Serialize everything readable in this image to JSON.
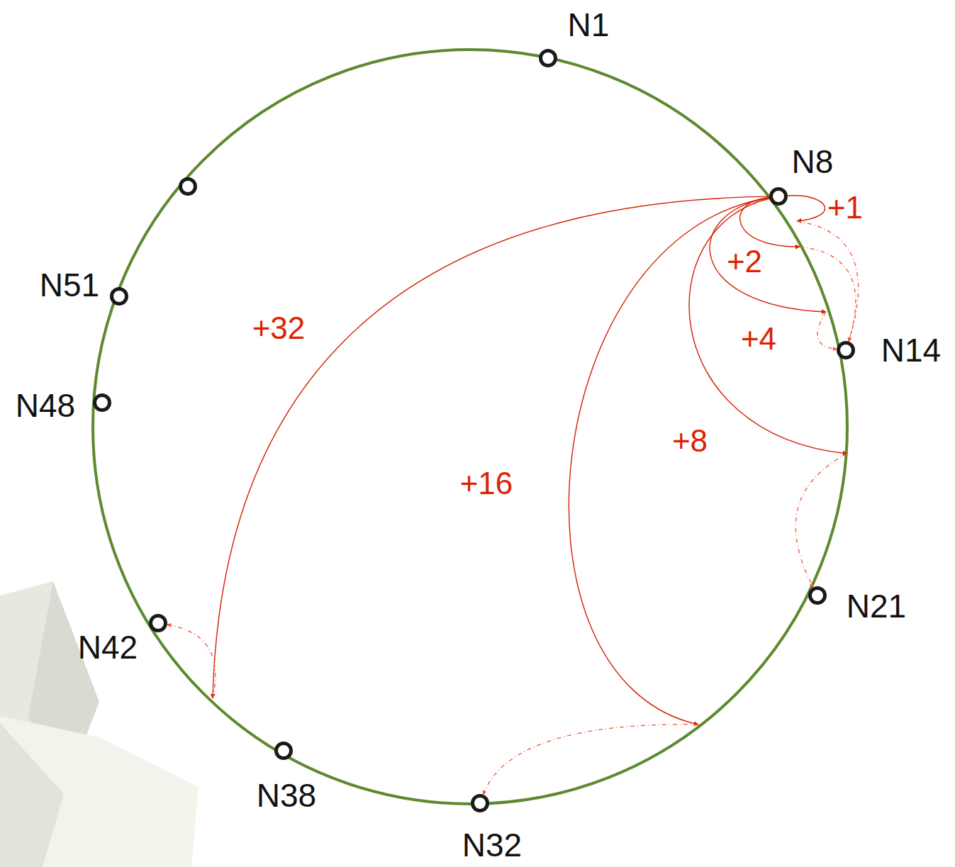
{
  "diagram": {
    "nodes": [
      {
        "text": [
          "N1"
        ]
      },
      {
        "text": [
          "N8"
        ]
      },
      {
        "text": [
          "N51"
        ]
      },
      {
        "text": [
          "N48"
        ]
      },
      {
        "text": [
          "N14"
        ]
      },
      {
        "text": [
          "N21"
        ]
      },
      {
        "text": [
          "N42"
        ]
      },
      {
        "text": [
          "N38"
        ]
      },
      {
        "text": [
          "N32"
        ]
      }
    ],
    "edges": [
      {
        "from": 1,
        "to": 4,
        "label": "+1",
        "arrow": "to"
      },
      {
        "from": 1,
        "to": 4,
        "label": "+2",
        "arrow": "to"
      },
      {
        "from": 1,
        "to": 4,
        "label": "+4",
        "arrow": "to"
      },
      {
        "from": 1,
        "to": 5,
        "label": "+8",
        "arrow": "to"
      },
      {
        "from": 1,
        "to": 8,
        "label": "+16",
        "arrow": "to"
      },
      {
        "from": 1,
        "to": 6,
        "label": "+32",
        "arrow": "to"
      }
    ]
  }
}
